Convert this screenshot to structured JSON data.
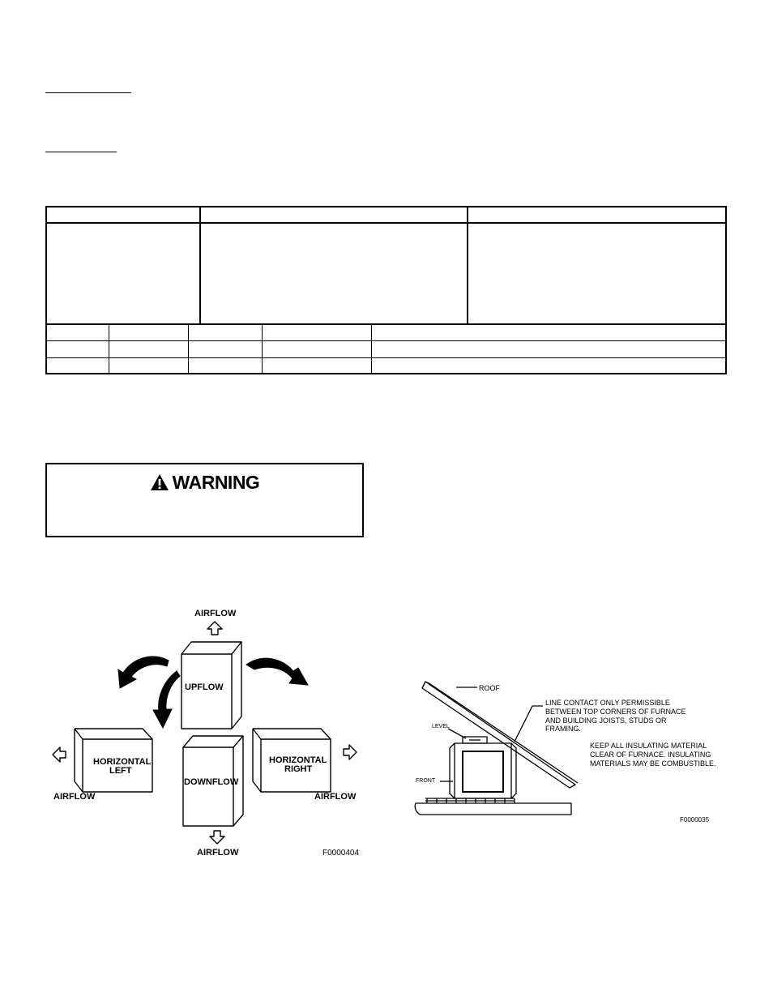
{
  "warning": {
    "title": "WARNING"
  },
  "figure_left": {
    "airflow_top": "AIRFLOW",
    "upflow": "UPFLOW",
    "horizontal_left_1": "HORIZONTAL",
    "horizontal_left_2": "LEFT",
    "horizontal_right_1": "HORIZONTAL",
    "horizontal_right_2": "RIGHT",
    "downflow": "DOWNFLOW",
    "airflow_left": "AIRFLOW",
    "airflow_right": "AIRFLOW",
    "airflow_bottom": "AIRFLOW",
    "figure_code": "F0000404"
  },
  "figure_right": {
    "roof": "ROOF",
    "level": "LEVEL",
    "front": "FRONT",
    "line_contact_1": "LINE CONTACT ONLY PERMISSIBLE",
    "line_contact_2": "BETWEEN TOP CORNERS OF FURNACE",
    "line_contact_3": "AND BUILDING JOISTS, STUDS OR",
    "line_contact_4": "FRAMING.",
    "keep_1": "KEEP ALL INSULATING MATERIAL",
    "keep_2": "CLEAR OF FURNACE.  INSULATING",
    "keep_3": "MATERIALS MAY BE COMBUSTIBLE.",
    "figure_code": "F0000035"
  }
}
